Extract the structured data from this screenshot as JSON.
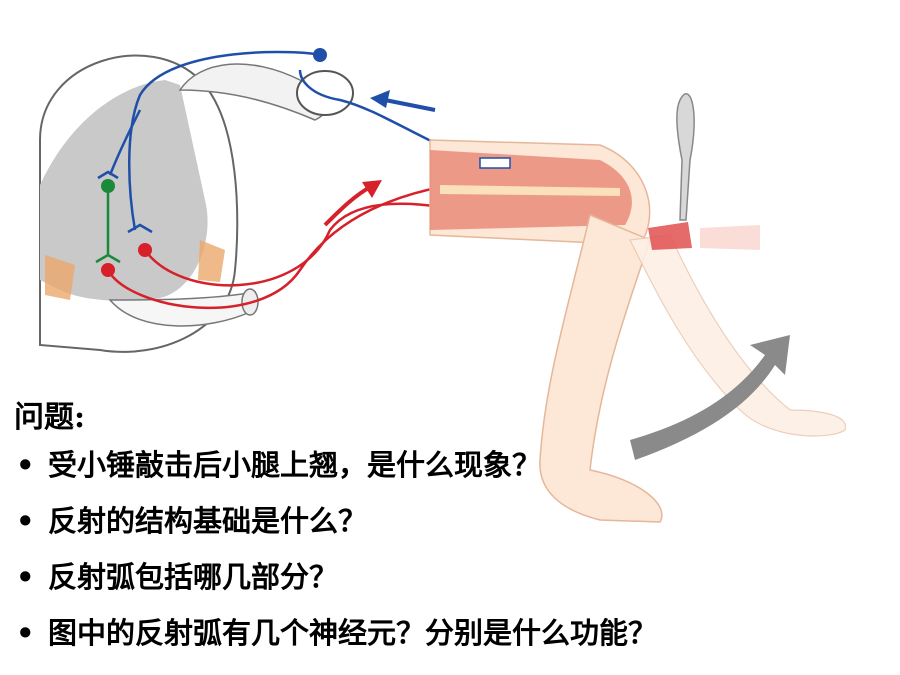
{
  "colors": {
    "sensory_neuron": "#1f4fa8",
    "interneuron": "#1a8a3a",
    "motor_neuron": "#d6202a",
    "gray_matter": "#c9c9c9",
    "skin": "#fde7d6",
    "muscle": "#e98b7a",
    "arrow_gray": "#8a8a8a"
  },
  "icons": [
    "hammer-icon",
    "up-arrow-icon"
  ],
  "questions": {
    "title": "问题:",
    "bullet_glyph": "•",
    "items": [
      "受小锤敲击后小腿上翘，是什么现象？",
      "反射的结构基础是什么？",
      "反射弧包括哪几部分？",
      "图中的反射弧有几个神经元？分别是什么功能？"
    ]
  }
}
